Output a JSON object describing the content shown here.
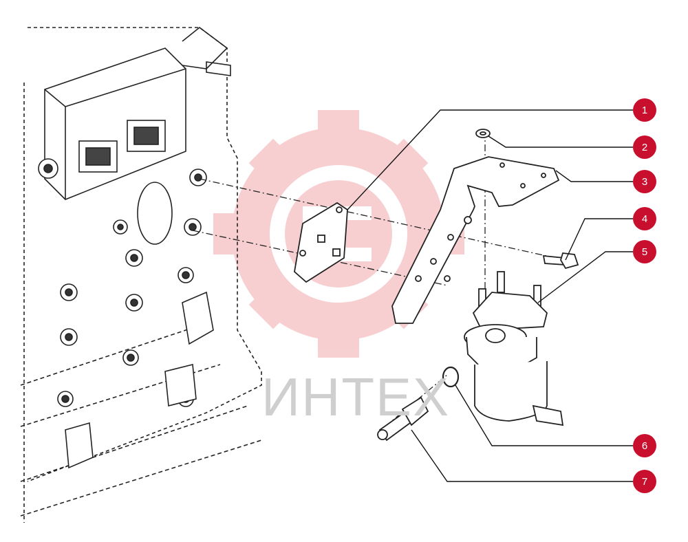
{
  "watermark": {
    "text": "ИНТЕХ",
    "color": "#f3c7c9"
  },
  "callouts": [
    {
      "label": "1"
    },
    {
      "label": "2"
    },
    {
      "label": "3"
    },
    {
      "label": "4"
    },
    {
      "label": "5"
    },
    {
      "label": "6"
    },
    {
      "label": "7"
    }
  ],
  "colors": {
    "badge": "#c8102e",
    "line": "#111111"
  }
}
